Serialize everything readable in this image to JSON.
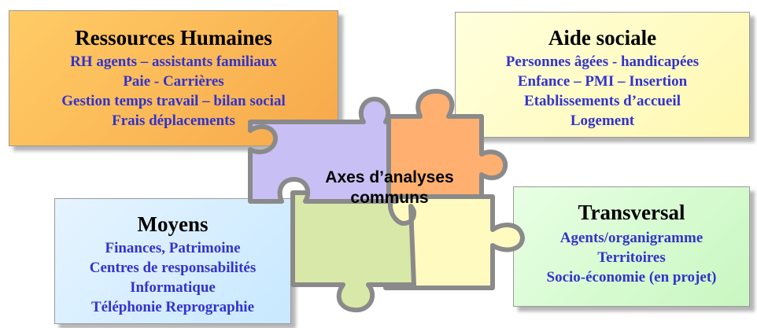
{
  "boxes": {
    "rh": {
      "title": "Ressources Humaines",
      "items": [
        "RH agents – assistants familiaux",
        "Paie - Carrières",
        "Gestion temps travail – bilan social",
        "Frais déplacements"
      ],
      "color": "#f7a84a"
    },
    "aide": {
      "title": "Aide sociale",
      "items": [
        "Personnes âgées - handicapées",
        "Enfance – PMI – Insertion",
        "Etablissements d’accueil",
        "Logement"
      ],
      "color": "#fff8b0"
    },
    "moyens": {
      "title": "Moyens",
      "items": [
        "Finances, Patrimoine",
        "Centres de responsabilités",
        "Informatique",
        "Téléphonie Reprographie"
      ],
      "color": "#c8e8ff"
    },
    "transversal": {
      "title": "Transversal",
      "items": [
        "Agents/organigramme",
        "Territoires",
        "Socio-économie (en projet)"
      ],
      "color": "#c8f7c0"
    }
  },
  "center": {
    "line1": "Axes d’analyses",
    "line2": "communs"
  },
  "colors": {
    "item_text": "#3333cc",
    "puzzle_purple": "#c8c0f4",
    "puzzle_orange": "#ffb070",
    "puzzle_green": "#d8e8a8",
    "puzzle_yellow": "#fffac0",
    "puzzle_outline": "#8a8a8a"
  }
}
